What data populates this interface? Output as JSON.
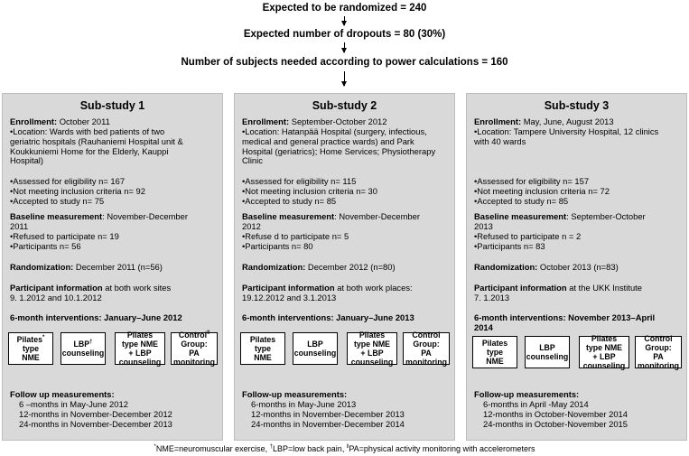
{
  "flow": {
    "line1": "Expected to be randomized  = 240",
    "line2": "Expected number of dropouts = 80  (30%)",
    "line3": "Number of subjects needed according to power calculations = 160"
  },
  "studies": [
    {
      "title": "Sub-study 1",
      "enroll_label": "Enrollment:",
      "enroll_value": " October 2011",
      "location": [
        "•Location: Wards with bed patients of two",
        "geriatric hospitals (Rauhaniemi Hospital unit &",
        "Koukkuniemi Home for the Elderly, Kauppi",
        "Hospital)"
      ],
      "assess": [
        "•Assessed for eligibility n= 167",
        "•Not meeting  inclusion criteria  n= 92",
        "•Accepted to study n= 75"
      ],
      "baseline_label": "Baseline measurement",
      "baseline_value": ": November-December",
      "baseline_cont": "2011",
      "baseline_items": [
        "•Refused to participate  n= 19",
        "•Participants n= 56"
      ],
      "rand_label": "Randomization:",
      "rand_value": " December 2011 (n=56)",
      "pinfo_label": "Participant information",
      "pinfo_value": " at both work sites",
      "pinfo_cont": "9. 1.2012 and 10.1.2012",
      "interv": [
        "6-month interventions: January–June 2012"
      ],
      "boxes": [
        {
          "l1": "Pilates",
          "l2": "type",
          "l3": "NME",
          "sup": "*"
        },
        {
          "l1": "LBP",
          "l2": "counseling",
          "l3": "",
          "sup": "†"
        },
        {
          "l1": "Pilates",
          "l2": "type NME",
          "l3": "+ LBP",
          "l4": "counseling"
        },
        {
          "l1": "Control",
          "l2": "Group:",
          "l3": "PA",
          "l4": "monitoring",
          "sup": "‖"
        }
      ],
      "fu_label": "Follow up measurements:",
      "fu": [
        "6 –months in May-June 2012",
        "12-months in November-December 2012",
        "24-months in November-December 2013"
      ]
    },
    {
      "title": "Sub-study 2",
      "enroll_label": "Enrollment:",
      "enroll_value": " September-October 2012",
      "location": [
        "•Location: Hatanpää Hospital (surgery, infectious,",
        "medical and general practice wards)  and Park",
        "Hospital (geriatrics); Home Services; Physiotherapy",
        "Clinic"
      ],
      "assess": [
        "•Assessed for eligibility n= 115",
        "•Not meeting  inclusion criteria  n= 30",
        "•Accepted to study n= 85"
      ],
      "baseline_label": "Baseline measurement",
      "baseline_value": ": November-December",
      "baseline_cont": "2012",
      "baseline_items": [
        "•Refuse d to participate  n= 5",
        "•Participants n= 80"
      ],
      "rand_label": "Randomization:",
      "rand_value": " December 2012 (n=80)",
      "pinfo_label": "Participant information",
      "pinfo_value": " at both work places:",
      "pinfo_cont": "19.12.2012 and  3.1.2013",
      "interv": [
        "6-month interventions: January–June 2013"
      ],
      "boxes": [
        {
          "l1": "Pilates",
          "l2": "type",
          "l3": "NME"
        },
        {
          "l1": "LBP",
          "l2": "counseling",
          "l3": ""
        },
        {
          "l1": "Pilates",
          "l2": "type NME",
          "l3": "+ LBP",
          "l4": "counseling"
        },
        {
          "l1": "Control",
          "l2": "Group:",
          "l3": "PA",
          "l4": "monitoring"
        }
      ],
      "fu_label": "Follow-up measurements:",
      "fu": [
        "6-months in May-June 2013",
        "12-months in November-December 2013",
        "24-months in November-December 2014"
      ]
    },
    {
      "title": "Sub-study 3",
      "enroll_label": "Enrollment:",
      "enroll_value": " May, June, August 2013",
      "location": [
        "•Location: Tampere University Hospital, 12 clinics",
        "with 40 wards",
        "",
        ""
      ],
      "assess": [
        "•Assessed for eligibility n= 157",
        "•Not meeting  inclusion criteria  n= 72",
        "•Accepted to study n= 85"
      ],
      "baseline_label": "Baseline measurement",
      "baseline_value": ": September-October",
      "baseline_cont": "2013",
      "baseline_items": [
        "•Refused to participate  n = 2",
        "•Participants n= 83"
      ],
      "rand_label": "Randomization:",
      "rand_value": " October 2013 (n=83)",
      "pinfo_label": "Participant information",
      "pinfo_value": " at the UKK Institute",
      "pinfo_cont": "  7. 1.2013",
      "interv": [
        "6-month interventions: November 2013–April",
        "2014"
      ],
      "boxes": [
        {
          "l1": "Pilates",
          "l2": "type",
          "l3": "NME"
        },
        {
          "l1": "LBP",
          "l2": "counseling",
          "l3": ""
        },
        {
          "l1": "Pilates",
          "l2": "type NME",
          "l3": "+ LBP",
          "l4": "counseling"
        },
        {
          "l1": "Control",
          "l2": "Group:",
          "l3": "PA",
          "l4": "monitoring"
        }
      ],
      "fu_label": "Follow-up measurements:",
      "fu": [
        "6-months in April -May 2014",
        "12-months in October-November  2014",
        "24-months in October-November  2015"
      ]
    }
  ],
  "footnote": {
    "a_sym": "*",
    "a": "NME=neuromuscular exercise,  ",
    "b_sym": "†",
    "b": "LBP=low back pain,   ",
    "c_sym": "‖",
    "c": "PA=physical activity monitoring with accelerometers"
  }
}
